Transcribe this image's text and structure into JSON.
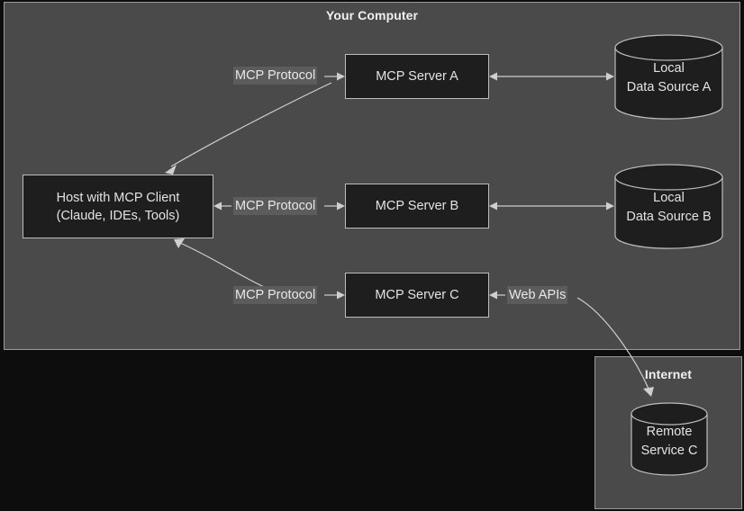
{
  "diagram": {
    "title_visible": false,
    "groups": [
      {
        "id": "your-computer",
        "label": "Your Computer"
      },
      {
        "id": "internet",
        "label": "Internet"
      }
    ],
    "nodes": {
      "host": {
        "line1": "Host with MCP Client",
        "line2": "(Claude, IDEs, Tools)"
      },
      "server_a": {
        "label": "MCP Server A"
      },
      "server_b": {
        "label": "MCP Server B"
      },
      "server_c": {
        "label": "MCP Server C"
      },
      "data_source_a": {
        "line1": "Local",
        "line2": "Data Source A"
      },
      "data_source_b": {
        "line1": "Local",
        "line2": "Data Source B"
      },
      "remote_service_c": {
        "line1": "Remote",
        "line2": "Service C"
      }
    },
    "edge_labels": {
      "protocol_a": "MCP Protocol",
      "protocol_b": "MCP Protocol",
      "protocol_c": "MCP Protocol",
      "web_apis": "Web APIs"
    },
    "colors": {
      "page_background": "#0d0d0d",
      "group_fill": "#4a4a4a",
      "group_border": "#9a9a9a",
      "node_fill": "#1e1e1e",
      "node_border": "#bdbdbd",
      "text": "#e3e3e3",
      "edge_label_fill": "#5c5c5c",
      "connector": "#cfcfcf"
    }
  }
}
